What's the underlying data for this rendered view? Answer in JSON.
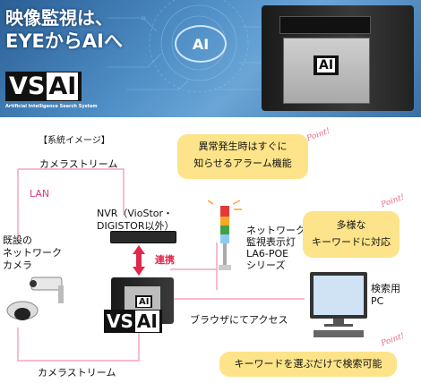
{
  "banner": {
    "title_line1": "映像監視は、",
    "title_line2": "EYEからAIへ",
    "ai_circle": "AI",
    "brand_vs": "VS",
    "brand_ai": "AI",
    "brand_subtitle": "Artificial Intelligence Search System",
    "device_badge": "AI"
  },
  "diagram": {
    "section_title": "【系統イメージ】",
    "camera_stream_top": "カメラストリーム",
    "camera_stream_bottom": "カメラストリーム",
    "lan": "LAN",
    "nvr_label": "NVR（VioStor・\nDIGISTOR以外）",
    "link_label": "連携",
    "camera_label": "既設の\nネットワーク\nカメラ",
    "lamp_label": "ネットワーク\n監視表示灯\nLA6-POE\nシリーズ",
    "pc_label": "検索用\nPC",
    "browser_access": "ブラウザにてアクセス",
    "vsai_vs": "VS",
    "vsai_ai": "AI",
    "vsai_device_badge": "AI",
    "bubble_alarm": "異常発生時はすぐに\n知らせるアラーム機能",
    "bubble_keyword": "多様な\nキーワードに対応",
    "bubble_search": "キーワードを選ぶだけで検索可能",
    "point1": "Point!",
    "point2": "Point!",
    "point3": "Point!"
  },
  "colors": {
    "banner": "#3f7fba",
    "bubble": "#fde48a",
    "line": "#f2a6bb",
    "lan": "#e5358a",
    "link": "#e0284b"
  }
}
